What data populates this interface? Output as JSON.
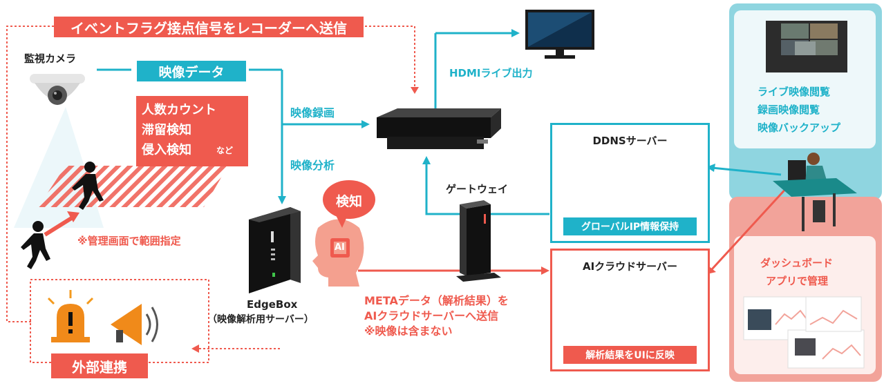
{
  "top_banner": "イベントフラグ接点信号をレコーダーへ送信",
  "camera_label": "監視カメラ",
  "video_data_label": "映像データ",
  "hdmi_label": "HDMIライブ出力",
  "record_label": "映像録画",
  "analysis_label": "映像分析",
  "features": [
    "人数カウント",
    "滞留検知",
    "侵入検知"
  ],
  "features_suffix": "など",
  "range_note": "※管理画面で範囲指定",
  "detect_bubble": "検知",
  "ai_chip": "AI",
  "gateway_label": "ゲートウェイ",
  "edgebox_name": "EdgeBox",
  "edgebox_sub": "（映像解析用サーバー）",
  "meta_lines": [
    "METAデータ（解析結果）を",
    "AIクラウドサーバーへ送信",
    "※映像は含まない"
  ],
  "external_label": "外部連携",
  "ddns_title": "DDNSサーバー",
  "ddns_caption": "グローバルIP情報保持",
  "ai_cloud_title": "AIクラウドサーバー",
  "ai_cloud_caption": "解析結果をUIに反映",
  "viewer_lines": [
    "ライブ映像閲覧",
    "録画映像閲覧",
    "映像バックアップ"
  ],
  "dashboard_lines": [
    "ダッシュボード",
    "アプリで管理"
  ],
  "colors": {
    "red": "#ef5a4e",
    "teal": "#1fb2c9",
    "dark": "#222222"
  }
}
